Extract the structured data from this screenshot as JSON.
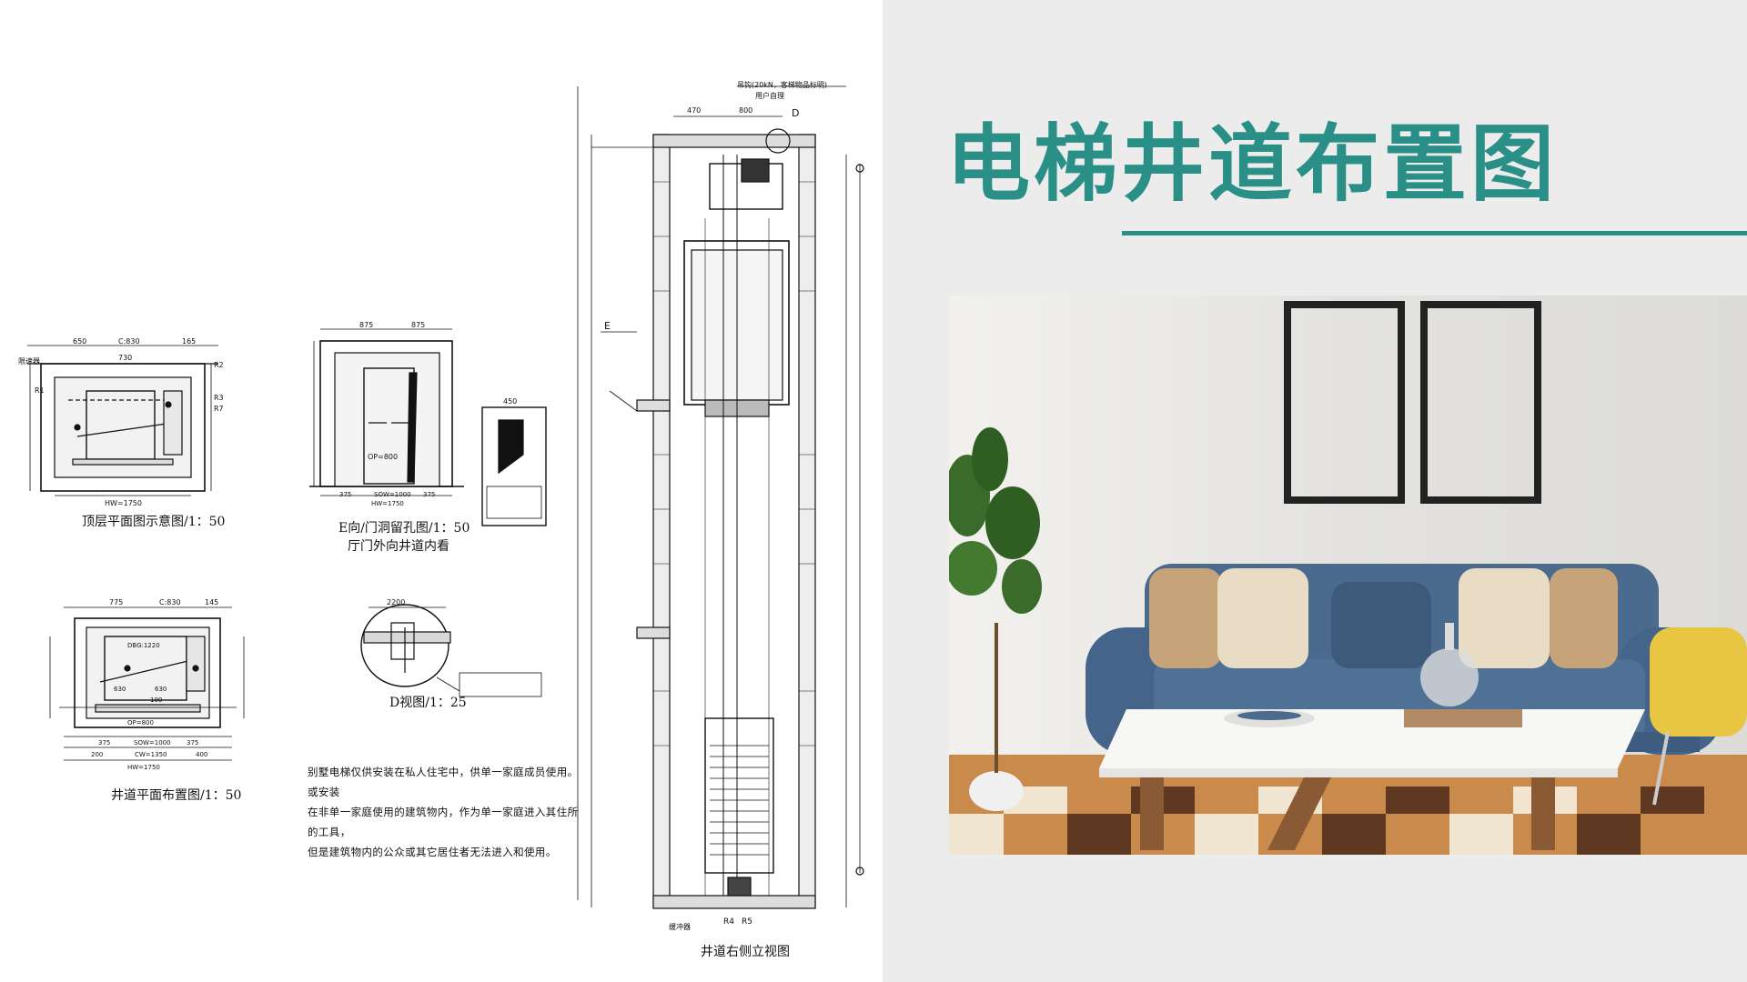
{
  "slide": {
    "title": "电梯井道布置图",
    "accent_color": "#2a8f86"
  },
  "drawing": {
    "top_plan": {
      "caption": "顶层平面图示意图/1：50",
      "dims": [
        "650",
        "C:830",
        "165",
        "730",
        "HW=1750"
      ],
      "labels": [
        "限速器",
        "R1",
        "R2",
        "R3",
        "R7"
      ]
    },
    "door_opening": {
      "caption": "E向/门洞留孔图/1：50",
      "subcaption": "厅门外向井道内看",
      "dims": [
        "875",
        "875",
        "OP=800",
        "375",
        "SOW=1000",
        "375",
        "HW=1750",
        "450"
      ]
    },
    "shaft_plan": {
      "caption": "井道平面布置图/1：50",
      "dims": [
        "775",
        "C:830",
        "145",
        "DBG:1220",
        "630",
        "630",
        "100",
        "OP=800",
        "375",
        "SOW=1000",
        "375",
        "200",
        "CW=1350",
        "400",
        "HW=1750"
      ]
    },
    "detail_d": {
      "caption": "D视图/1：25",
      "dims": [
        "2200"
      ]
    },
    "elevation": {
      "caption": "井道右侧立视图",
      "top_note_1": "吊钩(20kN，客梯物品标明)",
      "top_note_2": "用户自理",
      "dims": [
        "470",
        "800"
      ],
      "labels": [
        "D",
        "E",
        "R4",
        "R5",
        "缓冲器"
      ]
    },
    "note_lines": [
      "别墅电梯仅供安装在私人住宅中，供单一家庭成员使用。或安装",
      "在非单一家庭使用的建筑物内，作为单一家庭进入其住所的工具，",
      "但是建筑物内的公众或其它居住者无法进入和使用。"
    ]
  },
  "colors": {
    "right_bg": "#ececec",
    "sofa": "#4a6b8e",
    "wall": "#e6e5e2",
    "tray": "#b38a66"
  }
}
